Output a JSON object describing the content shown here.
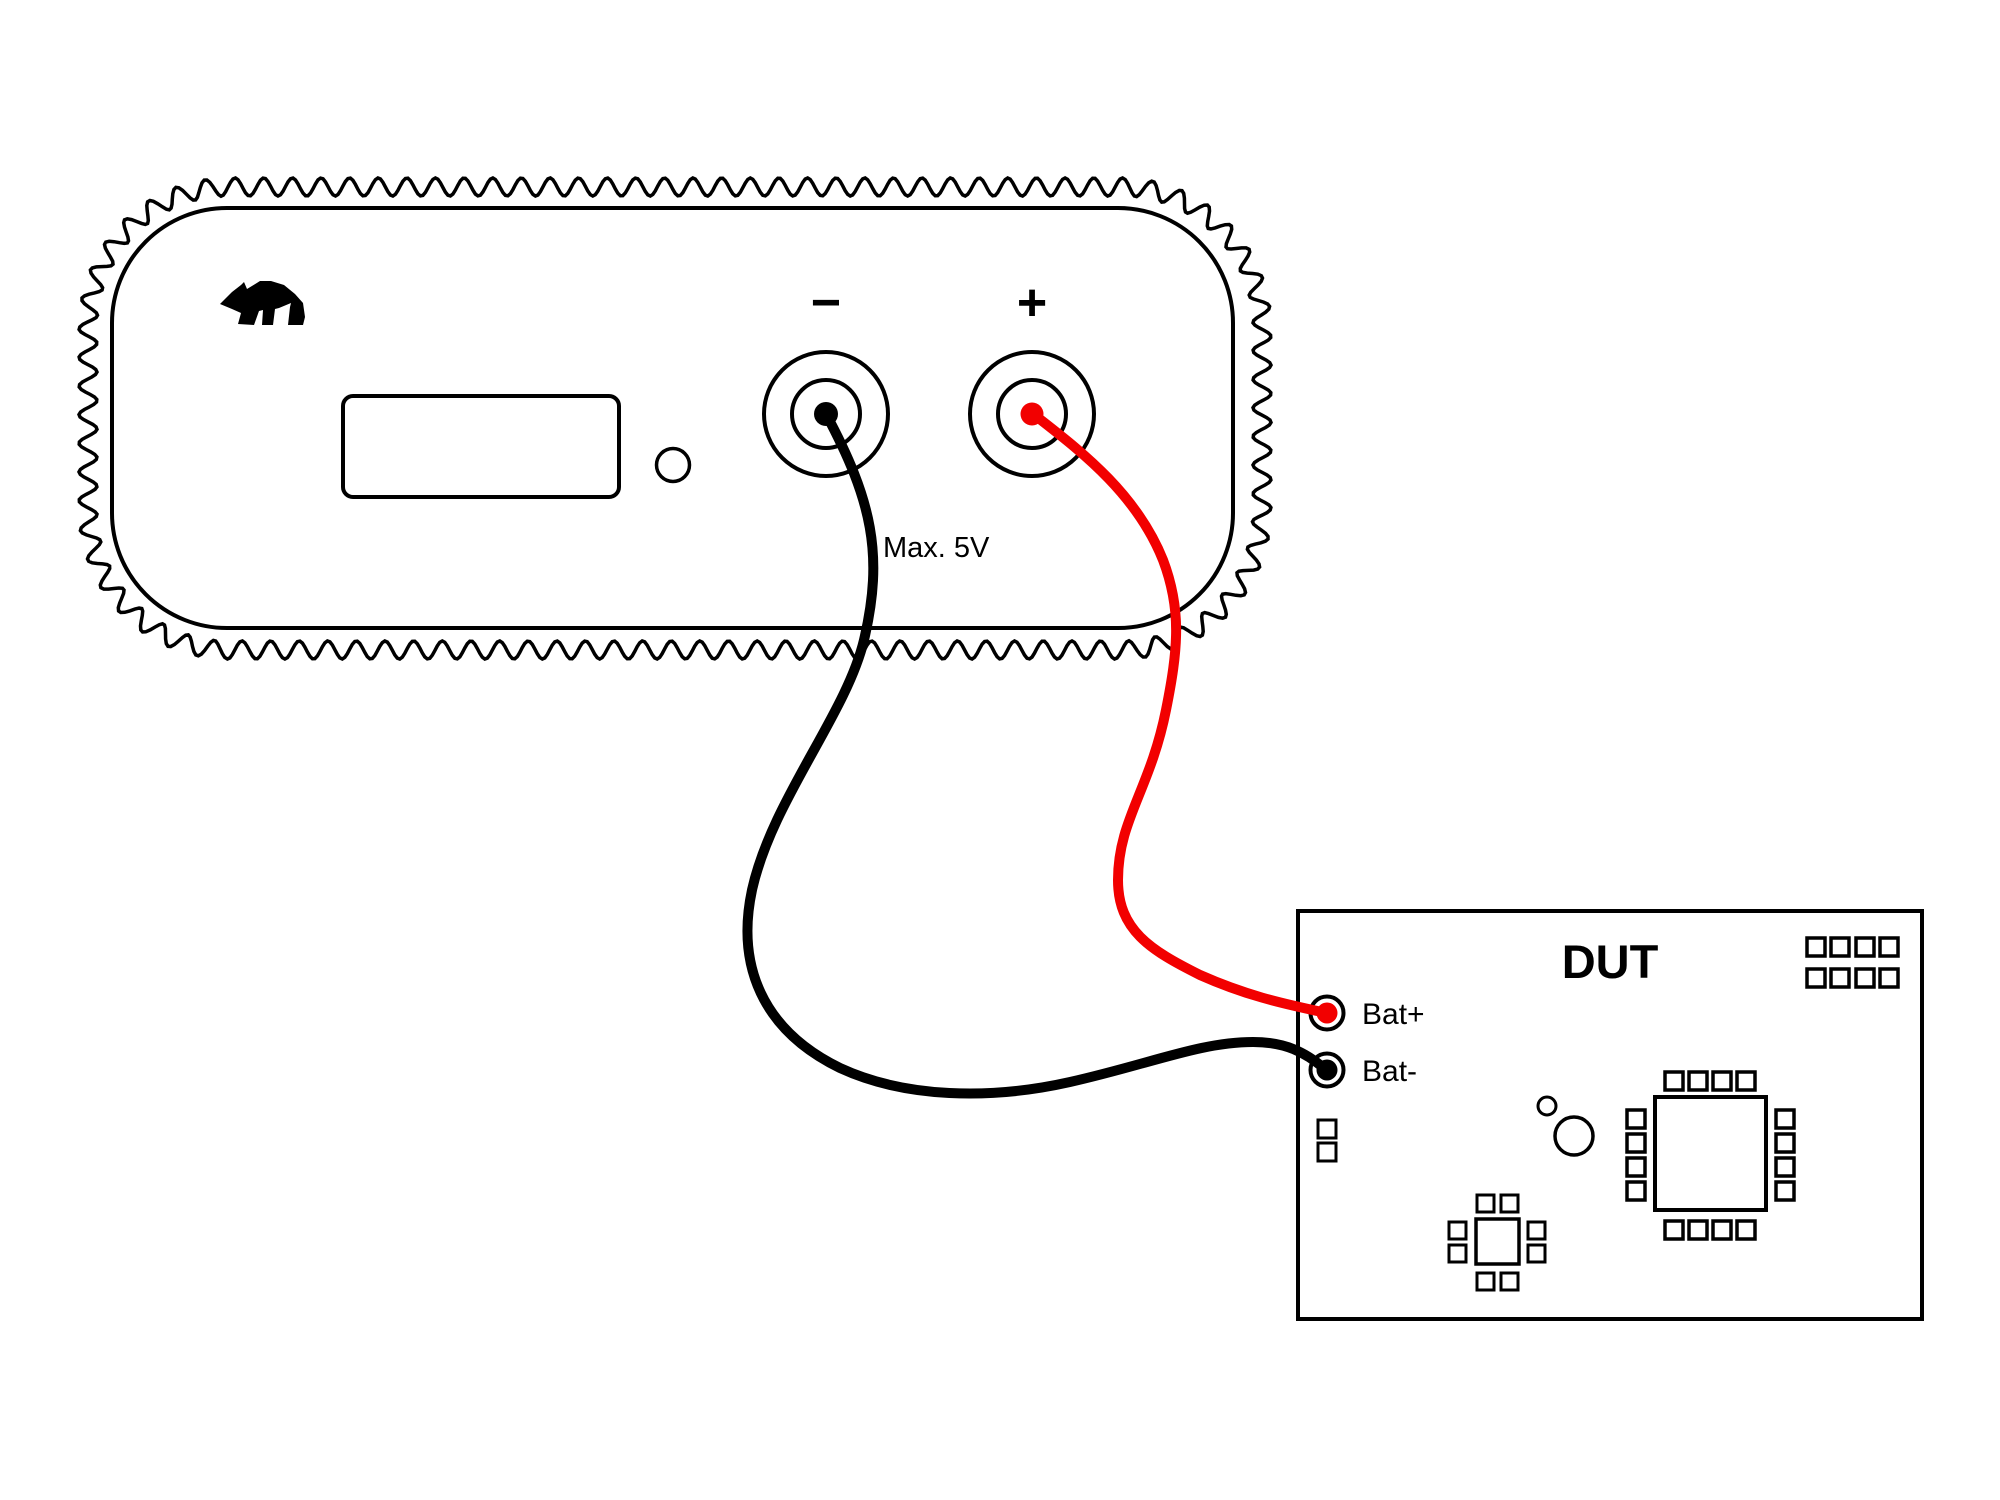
{
  "power_supply": {
    "logo": "bear",
    "negative_terminal_label": "−",
    "positive_terminal_label": "+",
    "max_voltage_note": "Max. 5V"
  },
  "dut": {
    "title": "DUT",
    "bat_plus_label": "Bat+",
    "bat_minus_label": "Bat-"
  },
  "colors": {
    "wire_positive": "#f20000",
    "wire_negative": "#000000",
    "outline": "#000000",
    "connector_label_text": "#2e2e2e",
    "title_text": "#1c1c1c"
  }
}
